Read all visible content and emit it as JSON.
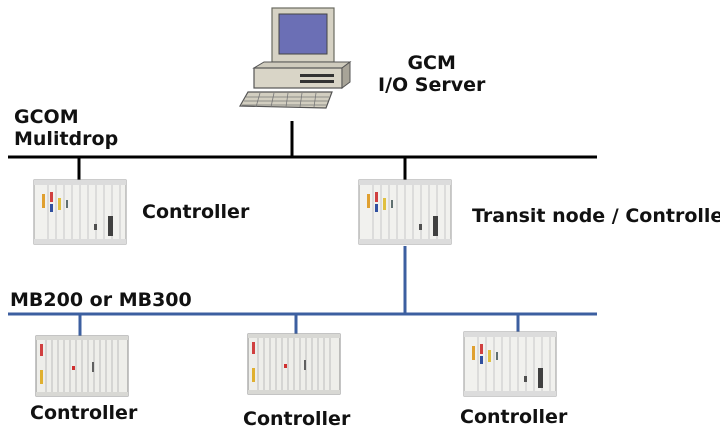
{
  "labels": {
    "server": "GCM\nI/O Server",
    "gcom": "GCOM\nMulitdrop",
    "mb": "MB200 or MB300",
    "controller_top_left": "Controller",
    "transit": "Transit node / Controller",
    "controller_bottom_1": "Controller",
    "controller_bottom_2": "Controller",
    "controller_bottom_3": "Controller"
  },
  "colors": {
    "gcom_bus": "#000000",
    "mb_bus": "#3c5fa0"
  }
}
